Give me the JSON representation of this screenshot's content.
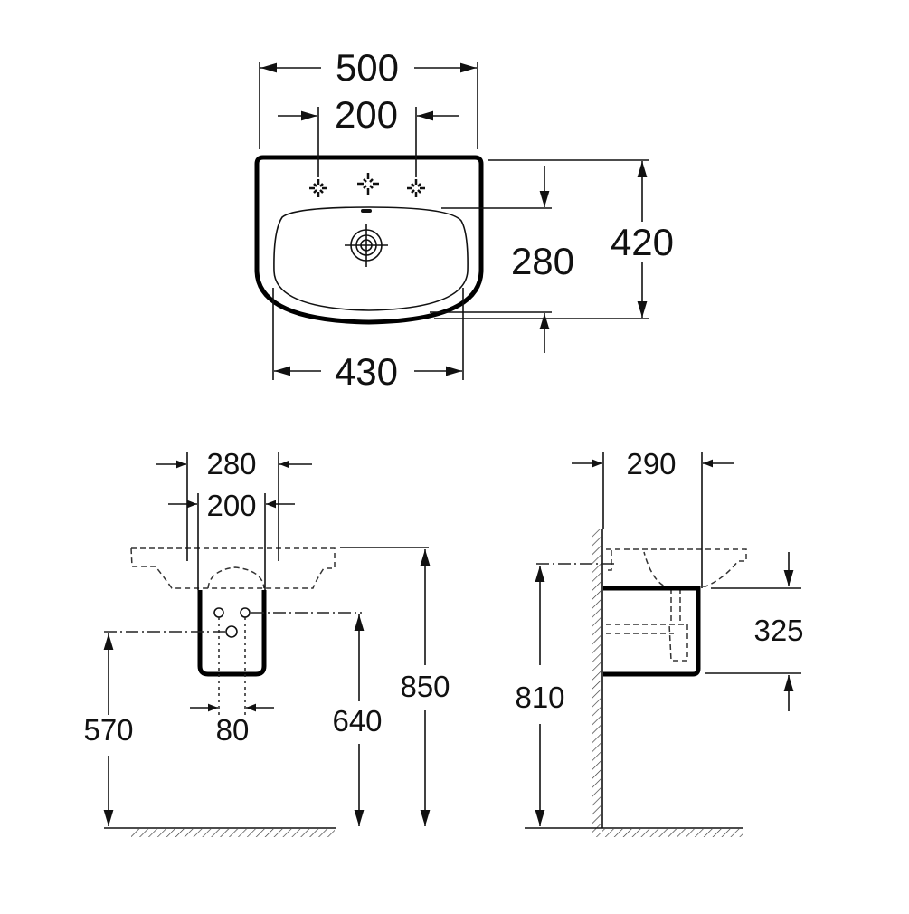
{
  "top_view": {
    "width_overall": "500",
    "tap_hole_spacing": "200",
    "depth_overall": "420",
    "bowl_depth": "280",
    "bowl_width": "430"
  },
  "front_view": {
    "basin_fixing_spacing": "280",
    "pedestal_fixing_spacing": "200",
    "pedestal_hole_spacing": "80",
    "waste_height": "570",
    "supply_height": "640",
    "rim_height": "850"
  },
  "side_view": {
    "projection": "290",
    "fixing_height": "810",
    "pedestal_height": "325"
  },
  "colors": {
    "line": "#111111",
    "background": "#ffffff"
  }
}
